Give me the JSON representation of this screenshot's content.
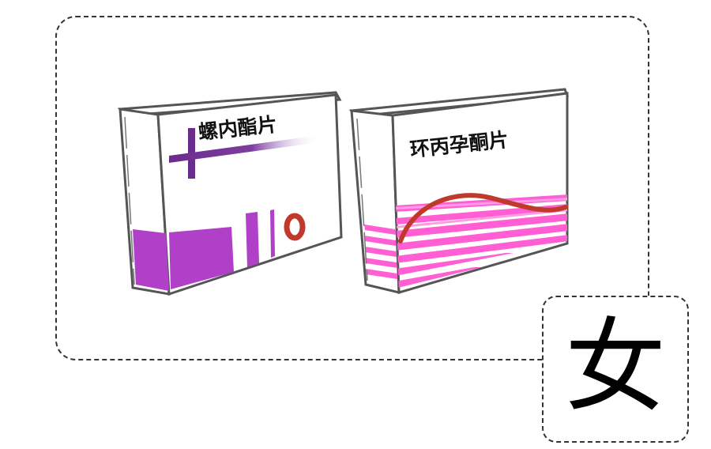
{
  "boxes": [
    {
      "label": "螺内酯片",
      "accent": "#b040c8",
      "accent_light": "#c266d6",
      "mark_color": "#c0392b"
    },
    {
      "label": "环丙孕酮片",
      "accent": "#ff5fd2",
      "wave_color": "#c0392b"
    }
  ],
  "symbol": {
    "text": "女"
  }
}
